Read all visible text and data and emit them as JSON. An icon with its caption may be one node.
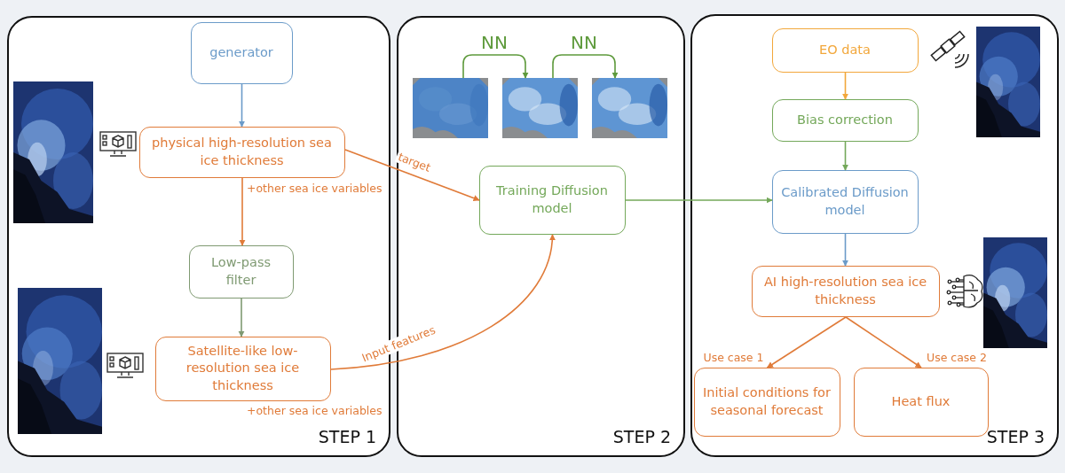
{
  "diagram": {
    "nodes": [
      {
        "text": [
          "STEP 1"
        ]
      },
      {
        "text": [
          "generator"
        ],
        "in": 0
      },
      {
        "text": [
          "physical high-resolution sea ice thickness"
        ],
        "in": 0,
        "beside": [
          "+other sea ice variables"
        ]
      },
      {
        "text": [
          "Low-pass filter"
        ],
        "in": 0
      },
      {
        "text": [
          "Satellite-like low-resolution sea ice thickness"
        ],
        "in": 0,
        "beside": [
          "+other sea ice variables"
        ]
      },
      {
        "text": [
          "STEP 2"
        ]
      },
      {
        "text": [],
        "shape": "picture",
        "in": 5
      },
      {
        "text": [],
        "shape": "picture",
        "in": 5
      },
      {
        "text": [],
        "shape": "picture",
        "in": 5
      },
      {
        "text": [
          "Training Diffusion model"
        ],
        "in": 5
      },
      {
        "text": [
          "STEP 3"
        ]
      },
      {
        "text": [
          "EO data"
        ],
        "in": 10
      },
      {
        "text": [
          "Bias correction"
        ],
        "in": 10
      },
      {
        "text": [
          "Calibrated Diffusion model"
        ],
        "in": 10
      },
      {
        "text": [
          "AI high-resolution sea ice thickness"
        ],
        "in": 10
      },
      {
        "text": [
          "Initial conditions for seasonal forecast"
        ],
        "in": 10
      },
      {
        "text": [
          "Heat flux"
        ],
        "in": 10
      }
    ],
    "edges": [
      {
        "from": 1,
        "to": 2,
        "arrow": "to",
        "color": "#6b9bc9"
      },
      {
        "from": 2,
        "to": 3,
        "arrow": "to",
        "color": "#e07b39"
      },
      {
        "from": 3,
        "to": 4,
        "arrow": "to",
        "color": "#7f9a72"
      },
      {
        "from": 2,
        "to": 9,
        "arrow": "to",
        "label": "target",
        "color": "#e07b39"
      },
      {
        "from": 4,
        "to": 9,
        "arrow": "to",
        "label": "Input features",
        "color": "#e07b39"
      },
      {
        "from": 6,
        "to": 7,
        "arrow": "to",
        "label": "NN",
        "color": "#5e9a3c"
      },
      {
        "from": 7,
        "to": 8,
        "arrow": "to",
        "label": "NN",
        "color": "#5e9a3c"
      },
      {
        "from": 9,
        "to": 13,
        "arrow": "to",
        "color": "#74a85a"
      },
      {
        "from": 11,
        "to": 12,
        "arrow": "to",
        "color": "#f2a73b"
      },
      {
        "from": 12,
        "to": 13,
        "arrow": "to",
        "color": "#74a85a"
      },
      {
        "from": 13,
        "to": 14,
        "arrow": "to",
        "color": "#6b9bc9"
      },
      {
        "from": 14,
        "to": 15,
        "arrow": "to",
        "label": "Use case 1",
        "color": "#e07b39"
      },
      {
        "from": 14,
        "to": 16,
        "arrow": "to",
        "label": "Use case 2",
        "color": "#e07b39"
      }
    ]
  }
}
